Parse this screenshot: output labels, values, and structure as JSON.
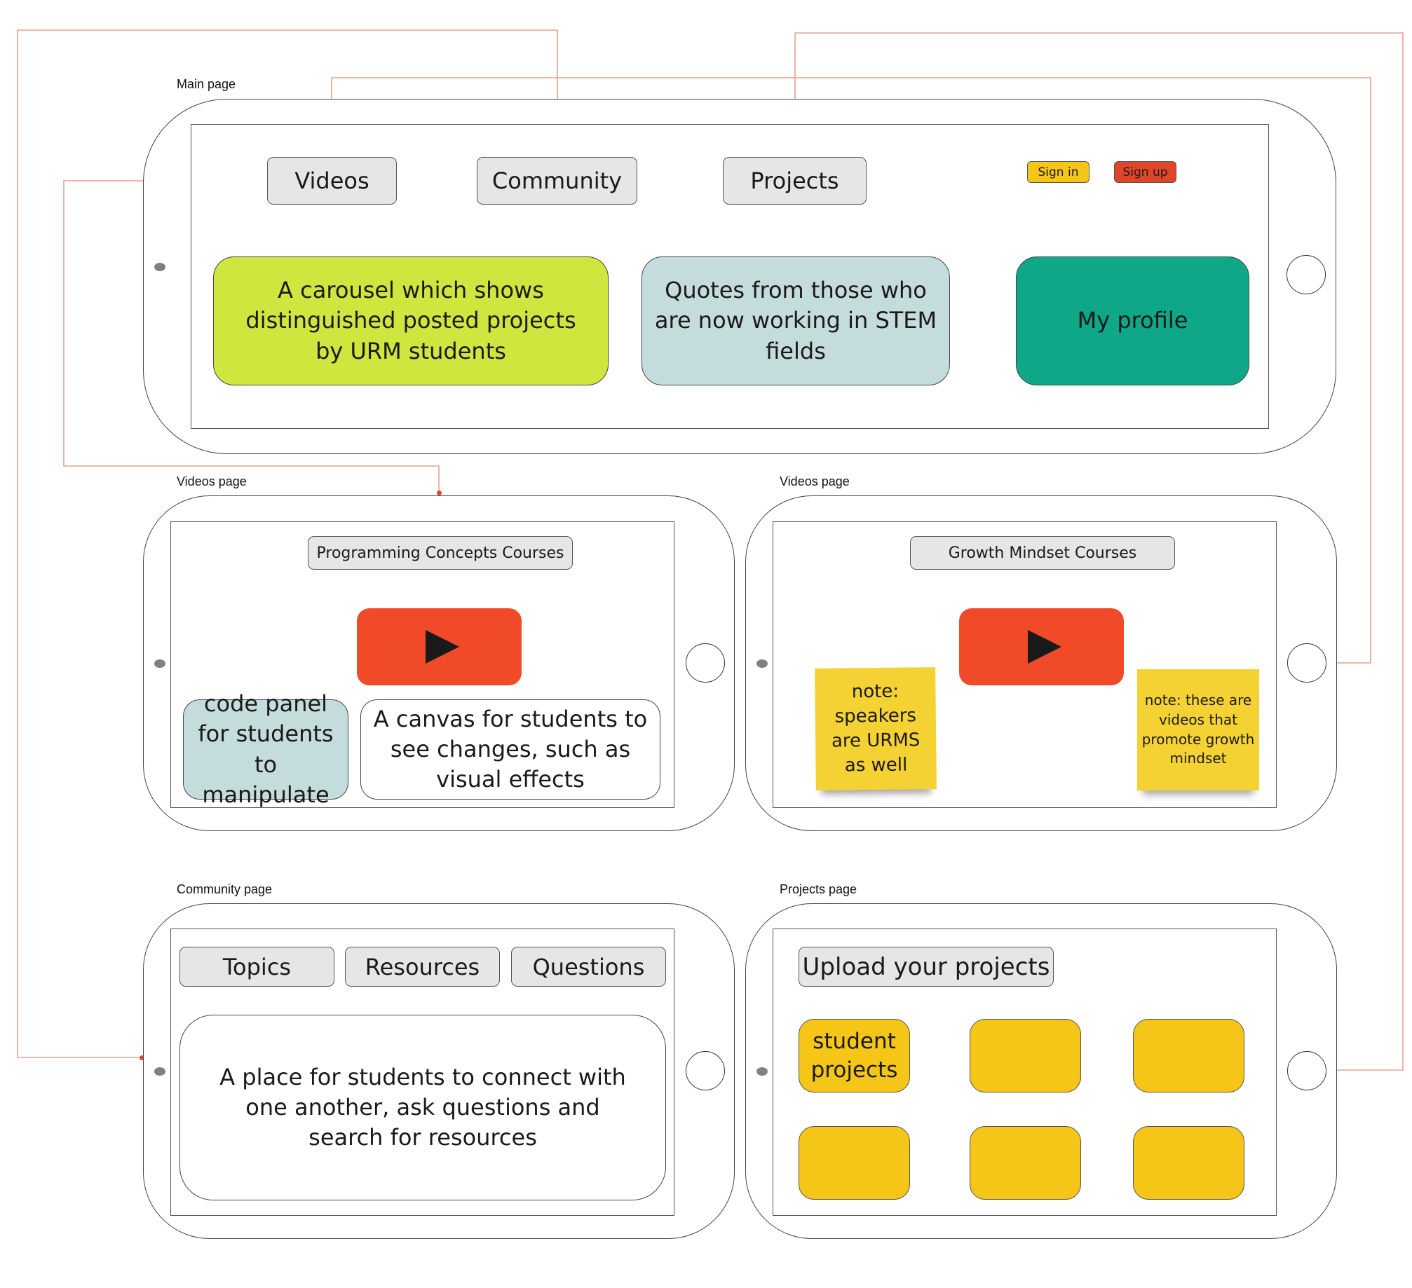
{
  "main_page": {
    "caption": "Main page",
    "nav": {
      "videos": "Videos",
      "community": "Community",
      "projects": "Projects"
    },
    "auth": {
      "sign_in": "Sign in",
      "sign_up": "Sign up"
    },
    "carousel": "A carousel which shows distinguished posted projects by URM students",
    "quotes": "Quotes from those who are now working in STEM fields",
    "profile": "My profile"
  },
  "videos_page_programming": {
    "caption": "Videos page",
    "header": "Programming Concepts Courses",
    "code_panel": "code panel for students to manipulate",
    "canvas": "A canvas for students to see changes, such as visual effects"
  },
  "videos_page_growth": {
    "caption": "Videos page",
    "header": "Growth Mindset Courses",
    "note_left": "note: speakers are URMS as well",
    "note_right": "note: these are videos that promote growth mindset"
  },
  "community_page": {
    "caption": "Community page",
    "tabs": {
      "topics": "Topics",
      "resources": "Resources",
      "questions": "Questions"
    },
    "description": "A place for students to connect with one another, ask questions and search for resources"
  },
  "projects_page": {
    "caption": "Projects page",
    "upload": "Upload your projects",
    "tile_label": "student projects"
  },
  "colors": {
    "carousel": "#cfe63f",
    "quotes": "#c5dcdc",
    "profile": "#0ea888",
    "sign_in": "#f5c518",
    "sign_up": "#e0452a",
    "play": "#f04a28",
    "sticky": "#f5d233",
    "tile": "#f5c518",
    "connector": "#e8a08f"
  },
  "icons": {
    "play": "play-icon"
  }
}
